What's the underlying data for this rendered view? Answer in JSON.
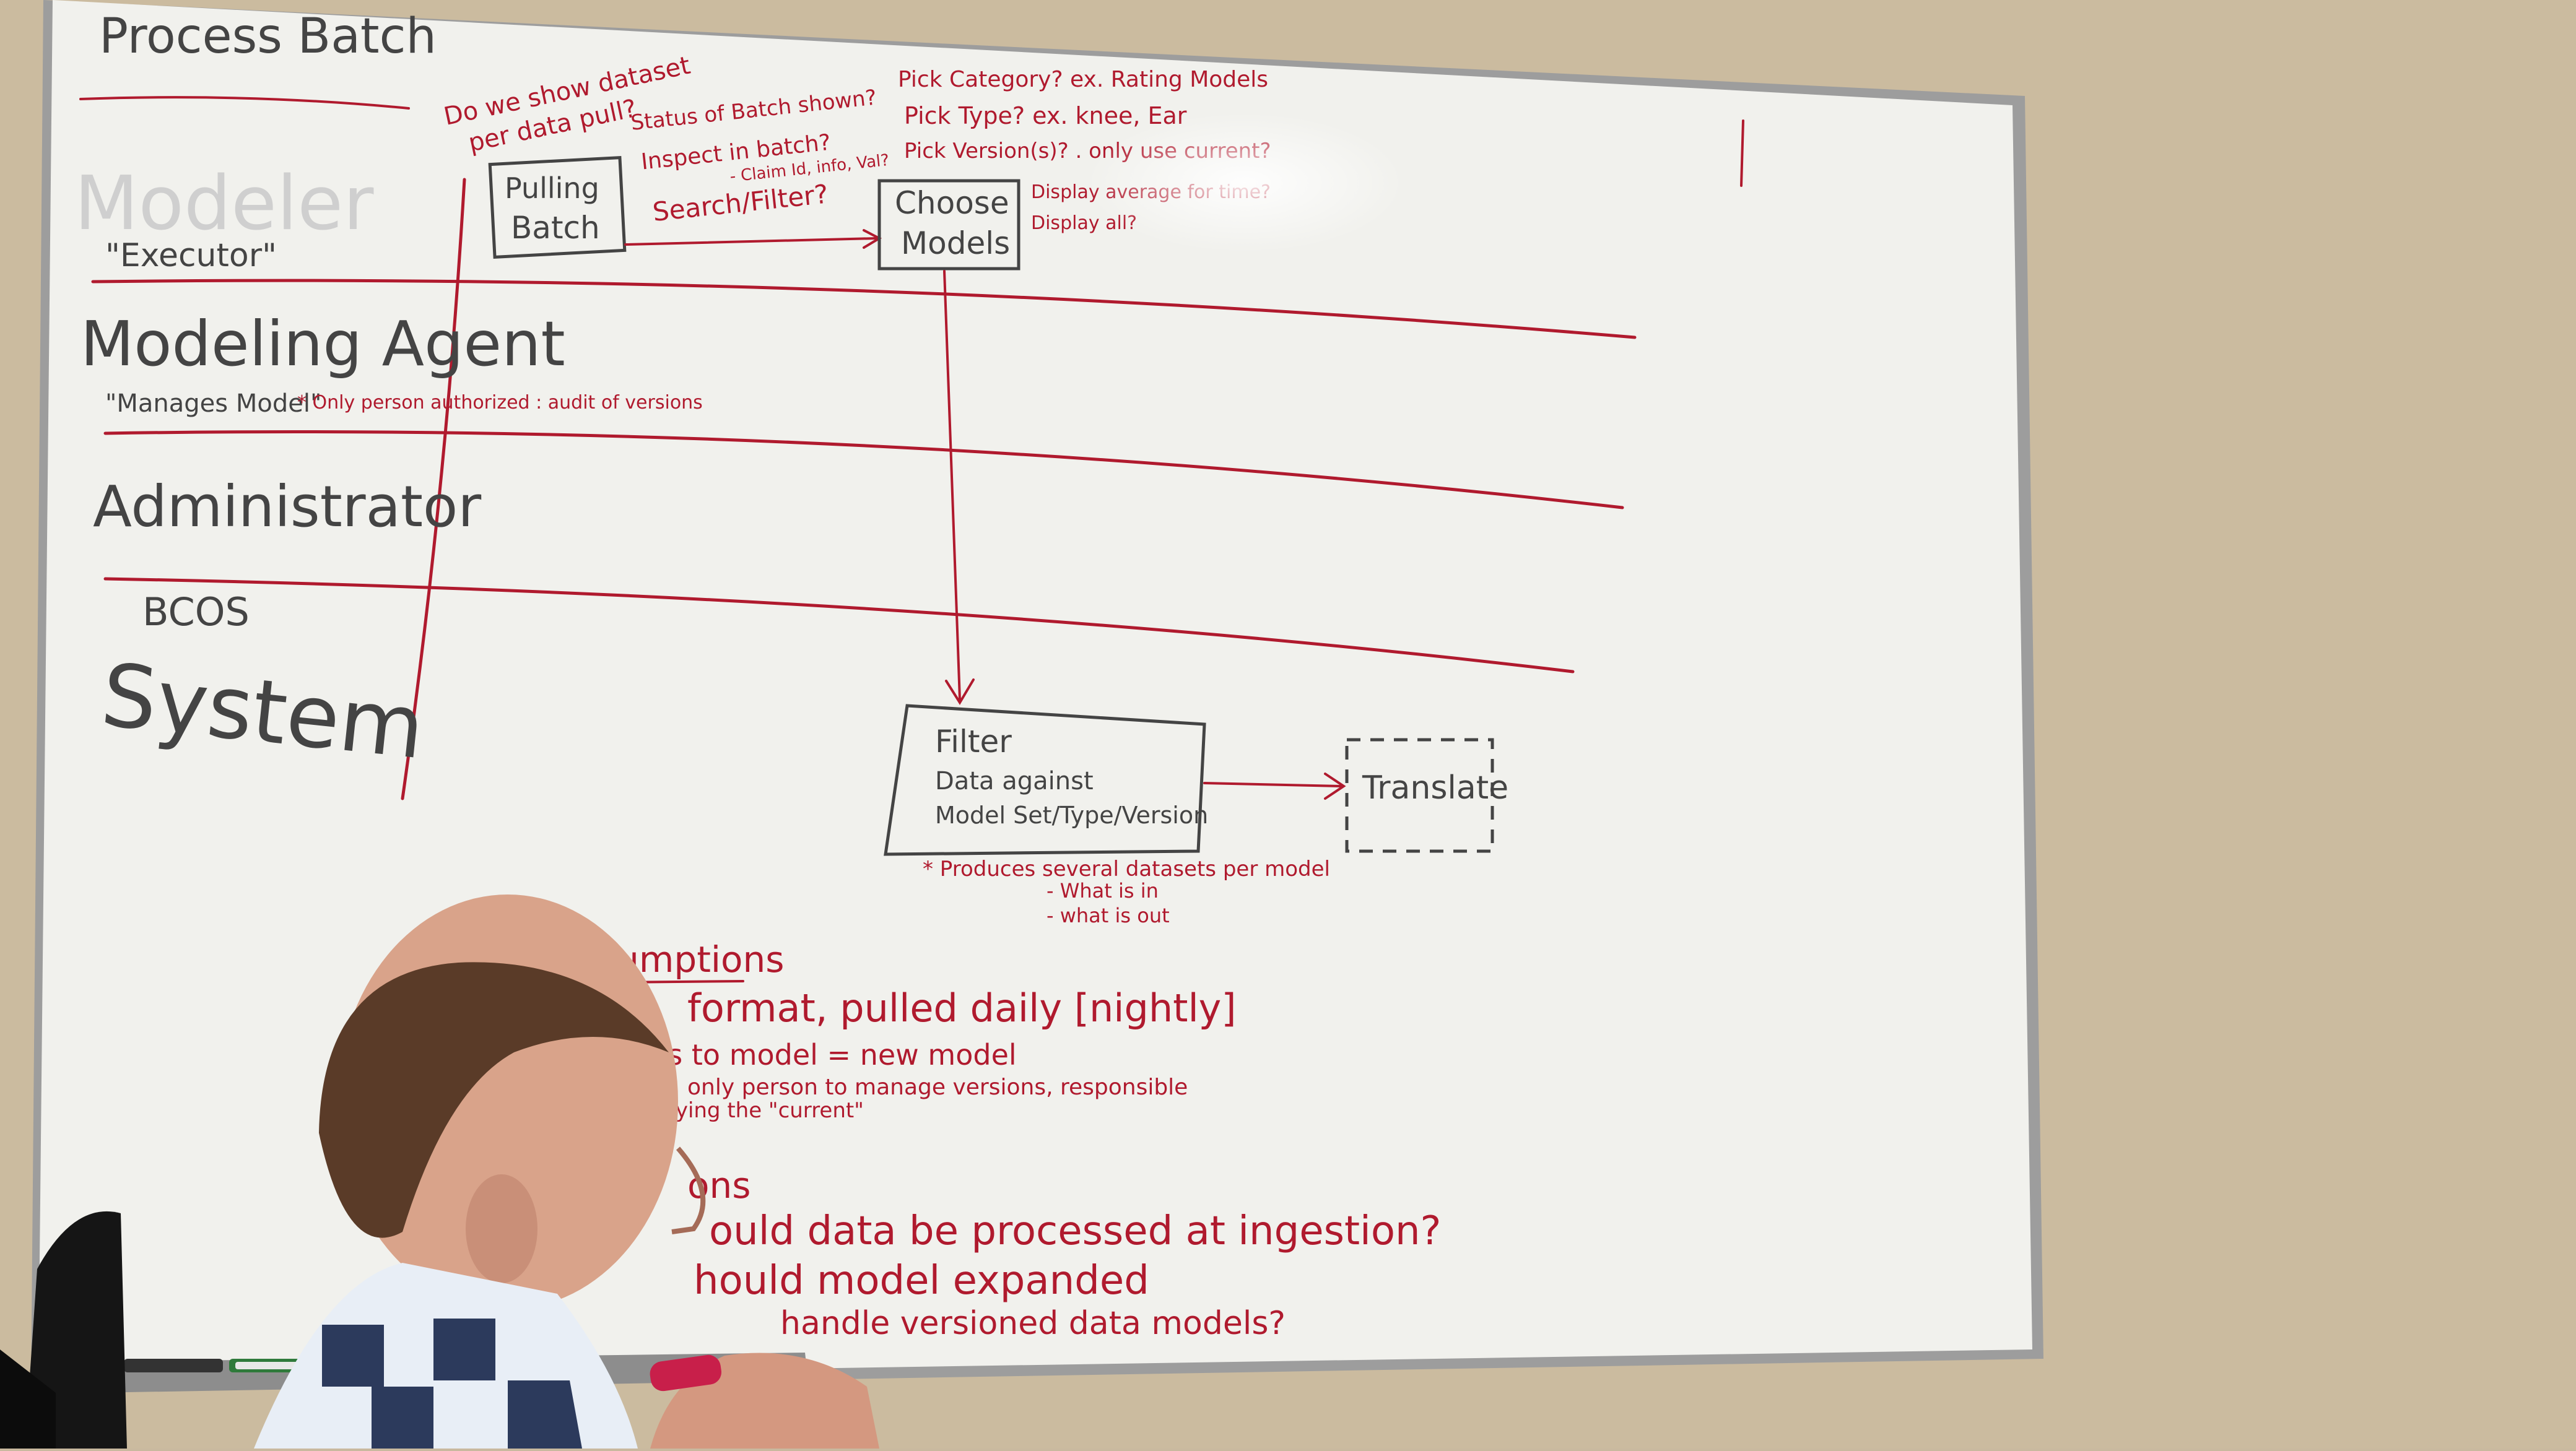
{
  "whiteboard": {
    "title": "Process Batch",
    "lanes": [
      {
        "name": "Modeler",
        "subtitle": "\"Executor\""
      },
      {
        "name": "Modeling Agent",
        "subtitle": "\"Manages Model\"",
        "note": "* Only person authorized : audit of versions"
      },
      {
        "name": "Administrator",
        "subtitle": ""
      },
      {
        "name": "System",
        "subtitle": "BCOS"
      }
    ],
    "notes_left": [
      "Do we show dataset",
      "per data pull?"
    ],
    "notes_mid": [
      "Status of Batch shown?",
      "Inspect in batch?",
      "- Claim Id, info, Val?",
      "Search/Filter?"
    ],
    "notes_right": [
      "Pick Category? ex. Rating Models",
      "Pick Type? ex. knee, Ear",
      "Pick Version(s)? . only use current?",
      "Display average for time?",
      "Display all?"
    ],
    "box_pulling": [
      "Pulling",
      "Batch"
    ],
    "box_choose": [
      "Choose",
      "Models"
    ],
    "box_filter": [
      "Filter",
      "Data against",
      "Model Set/Type/Version"
    ],
    "box_translate": "Translate",
    "filter_notes": [
      "* Produces several datasets per model",
      "- What is in",
      "- what is out"
    ],
    "assumptions_title": "Assumptions",
    "assumptions": [
      "format, pulled daily [nightly]",
      "es to model = new model",
      "only person to manage versions, responsible",
      "ifying the \"current\""
    ],
    "questions_title": "ons",
    "questions": [
      "ould data be processed at ingestion?",
      "hould model expanded",
      "handle versioned data models?"
    ]
  }
}
